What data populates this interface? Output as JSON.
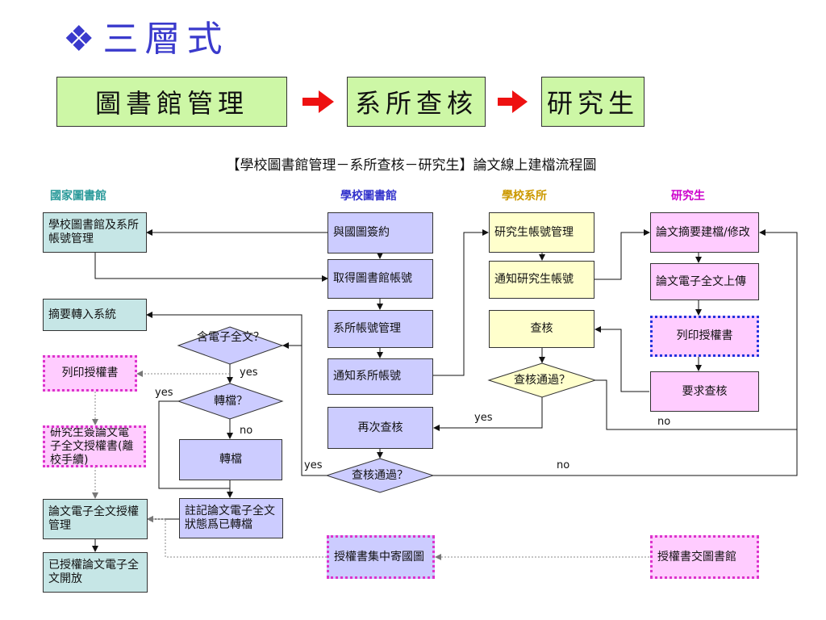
{
  "title": "三層式",
  "stages": [
    "圖書館管理",
    "系所查核",
    "研究生"
  ],
  "caption": "【學校圖書館管理－系所查核－研究生】論文線上建檔流程圖",
  "lanes": {
    "national": "國家圖書館",
    "school_library": "學校圖書館",
    "department": "學校系所",
    "student": "研究生"
  },
  "boxes": {
    "n_account_mgmt": "學校圖書館及系所帳號管理",
    "n_abstract": "摘要轉入系統",
    "n_print_auth": "列印授權書",
    "n_student_sign": "研究生簽論文電子全文授權書(離校手續)",
    "n_auth_mgmt": "論文電子全文授權管理",
    "n_open": "已授權論文電子全文開放",
    "l_sign": "與國圖簽約",
    "l_get_account": "取得圖書館帳號",
    "l_dept_account": "系所帳號管理",
    "l_notify_dept": "通知系所帳號",
    "l_recheck": "再次查核",
    "l_convert": "轉檔",
    "l_mark": "註記論文電子全文狀態爲已轉檔",
    "l_send_auth": "授權書集中寄國圖",
    "d_student_account": "研究生帳號管理",
    "d_notify_student": "通知研究生帳號",
    "d_check": "查核",
    "s_abstract": "論文摘要建檔/修改",
    "s_upload": "論文電子全文上傳",
    "s_print_auth": "列印授權書",
    "s_request_check": "要求查核",
    "s_submit_auth": "授權書交圖書館"
  },
  "decisions": {
    "has_fulltext": "含電子全文？",
    "convert_q": "轉檔？",
    "dept_pass": "查核通過？",
    "lib_pass": "查核通過？"
  },
  "labels": {
    "yes": "yes",
    "no": "no"
  },
  "colors": {
    "title": "#3a3acc",
    "stage_fill": "#cdf7a6",
    "arrow_red": "#ee1111",
    "teal": "#c6e6e6",
    "lavender": "#ccccff",
    "yellow": "#ffffcc",
    "pink": "#ffccff",
    "lane_national": "#2a9a9a",
    "lane_library": "#3333cc",
    "lane_department": "#cc9900",
    "lane_student": "#cc00cc"
  }
}
